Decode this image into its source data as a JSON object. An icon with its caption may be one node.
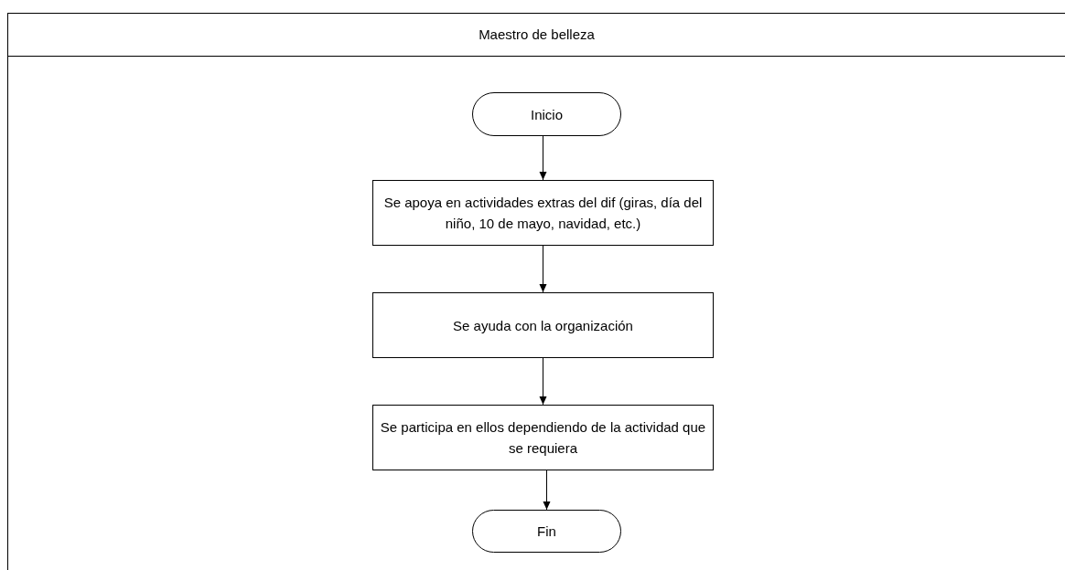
{
  "diagram": {
    "nodes": [
      {
        "text": [
          "Maestro de belleza"
        ]
      },
      {
        "text": [
          "Inicio"
        ],
        "in": 0
      },
      {
        "text": [
          "Se apoya en actividades extras del dif (giras, día del niño, 10 de mayo, navidad, etc.)"
        ],
        "in": 0
      },
      {
        "text": [
          "Se ayuda con la organización"
        ],
        "in": 0
      },
      {
        "text": [
          "Se participa en ellos dependiendo de la actividad que se requiera"
        ],
        "in": 0
      },
      {
        "text": [
          "Fin"
        ],
        "in": 0
      }
    ],
    "edges": [
      {
        "from": 1,
        "to": 2,
        "arrow": "to"
      },
      {
        "from": 2,
        "to": 3,
        "arrow": "to"
      },
      {
        "from": 3,
        "to": 4,
        "arrow": "to"
      },
      {
        "from": 4,
        "to": 5,
        "arrow": "to"
      }
    ]
  }
}
